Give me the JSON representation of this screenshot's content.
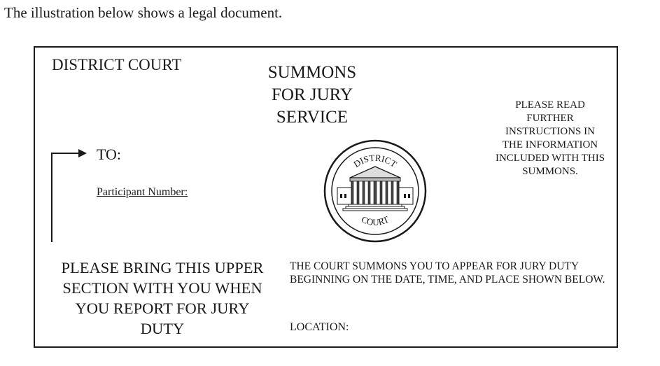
{
  "intro_text": "The illustration below shows a legal document.",
  "document": {
    "court_name": "DISTRICT COURT",
    "title_lines": [
      "SUMMONS",
      "FOR JURY",
      "SERVICE"
    ],
    "instruction_lines": [
      "PLEASE READ",
      "FURTHER",
      "INSTRUCTIONS IN",
      "THE INFORMATION",
      "INCLUDED WITH THIS",
      "SUMMONS."
    ],
    "to_label": "TO:",
    "participant_label": "Participant Number:",
    "bring_lines": [
      "PLEASE BRING THIS UPPER",
      "SECTION WITH YOU WHEN",
      "YOU REPORT FOR JURY",
      "DUTY"
    ],
    "summons_lines": [
      "THE COURT SUMMONS YOU TO APPEAR FOR JURY DUTY",
      "BEGINNING ON THE DATE, TIME, AND PLACE SHOWN BELOW."
    ],
    "location_label": "LOCATION:",
    "seal": {
      "top_text": "DISTRICT",
      "bottom_text": "COURT",
      "icon": "courthouse-icon"
    }
  }
}
